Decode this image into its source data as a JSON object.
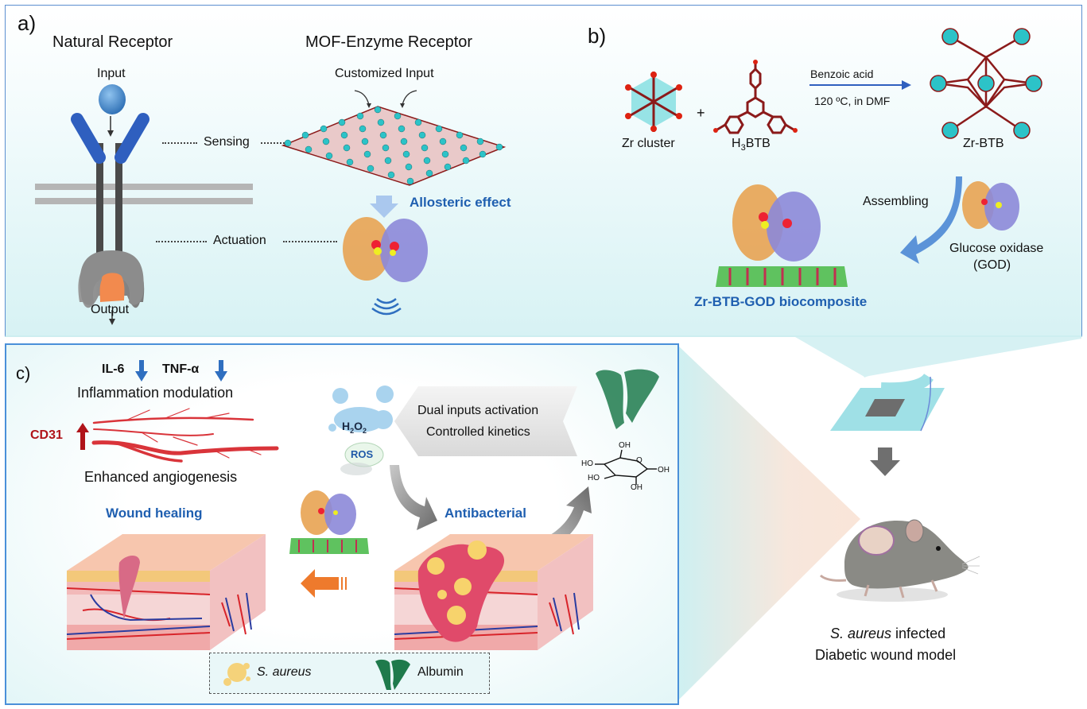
{
  "panel_a": {
    "label": "a)",
    "natural_title": "Natural Receptor",
    "mof_title": "MOF-Enzyme Receptor",
    "input": "Input",
    "customized_input": "Customized Input",
    "sensing": "Sensing",
    "actuation": "Actuation",
    "output": "Output",
    "allosteric": "Allosteric effect"
  },
  "panel_b": {
    "label": "b)",
    "zr_cluster": "Zr cluster",
    "plus": "+",
    "h3btb_h": "H",
    "h3btb_sub": "3",
    "h3btb_rest": "BTB",
    "reagent": "Benzoic acid",
    "conditions": "120 ºC, in DMF",
    "zr_btb": "Zr-BTB",
    "assembling": "Assembling",
    "god_line1": "Glucose oxidase",
    "god_line2": "(GOD)",
    "biocomposite": "Zr-BTB-GOD biocomposite"
  },
  "panel_c": {
    "label": "c)",
    "il6": "IL-6",
    "tnf": "TNF-α",
    "inflammation": "Inflammation modulation",
    "cd31": "CD31",
    "angiogenesis": "Enhanced angiogenesis",
    "h2o2_h": "H",
    "h2o2_2a": "2",
    "h2o2_o": "O",
    "h2o2_2b": "2",
    "ros": "ROS",
    "dual": "Dual inputs activation",
    "kinetics": "Controlled kinetics",
    "wound_healing": "Wound healing",
    "antibacterial": "Antibacterial",
    "glucose_oh": [
      "OH",
      "HO",
      "HO",
      "OH",
      "OH"
    ],
    "legend": {
      "s_aureus": "S. aureus",
      "albumin": "Albumin"
    }
  },
  "mouse": {
    "line1_italic": "S. aureus",
    "line1_rest": " infected",
    "line2": "Diabetic wound model"
  },
  "colors": {
    "accent_blue": "#1f5fb0",
    "panel_border": "#4a90d9",
    "cd31_red": "#b0141a",
    "arrow_orange": "#ee7a2c",
    "arrow_gray": "#777777"
  }
}
